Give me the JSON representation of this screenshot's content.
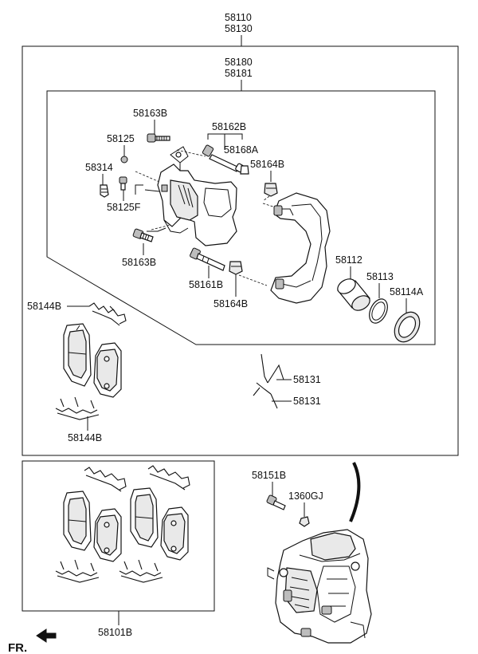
{
  "labels": {
    "p58110": "58110",
    "p58130": "58130",
    "p58180": "58180",
    "p58181": "58181",
    "p58163B_top": "58163B",
    "p58162B": "58162B",
    "p58125": "58125",
    "p58168A": "58168A",
    "p58314": "58314",
    "p58164B_top": "58164B",
    "p58125F": "58125F",
    "p58163B_bot": "58163B",
    "p58112": "58112",
    "p58113": "58113",
    "p58114A": "58114A",
    "p58161B": "58161B",
    "p58164B_bot": "58164B",
    "p58144B_top": "58144B",
    "p58131_a": "58131",
    "p58131_b": "58131",
    "p58144B_bot": "58144B",
    "p58151B": "58151B",
    "p1360GJ": "1360GJ",
    "p58101B": "58101B"
  },
  "direction": {
    "label": "FR."
  }
}
